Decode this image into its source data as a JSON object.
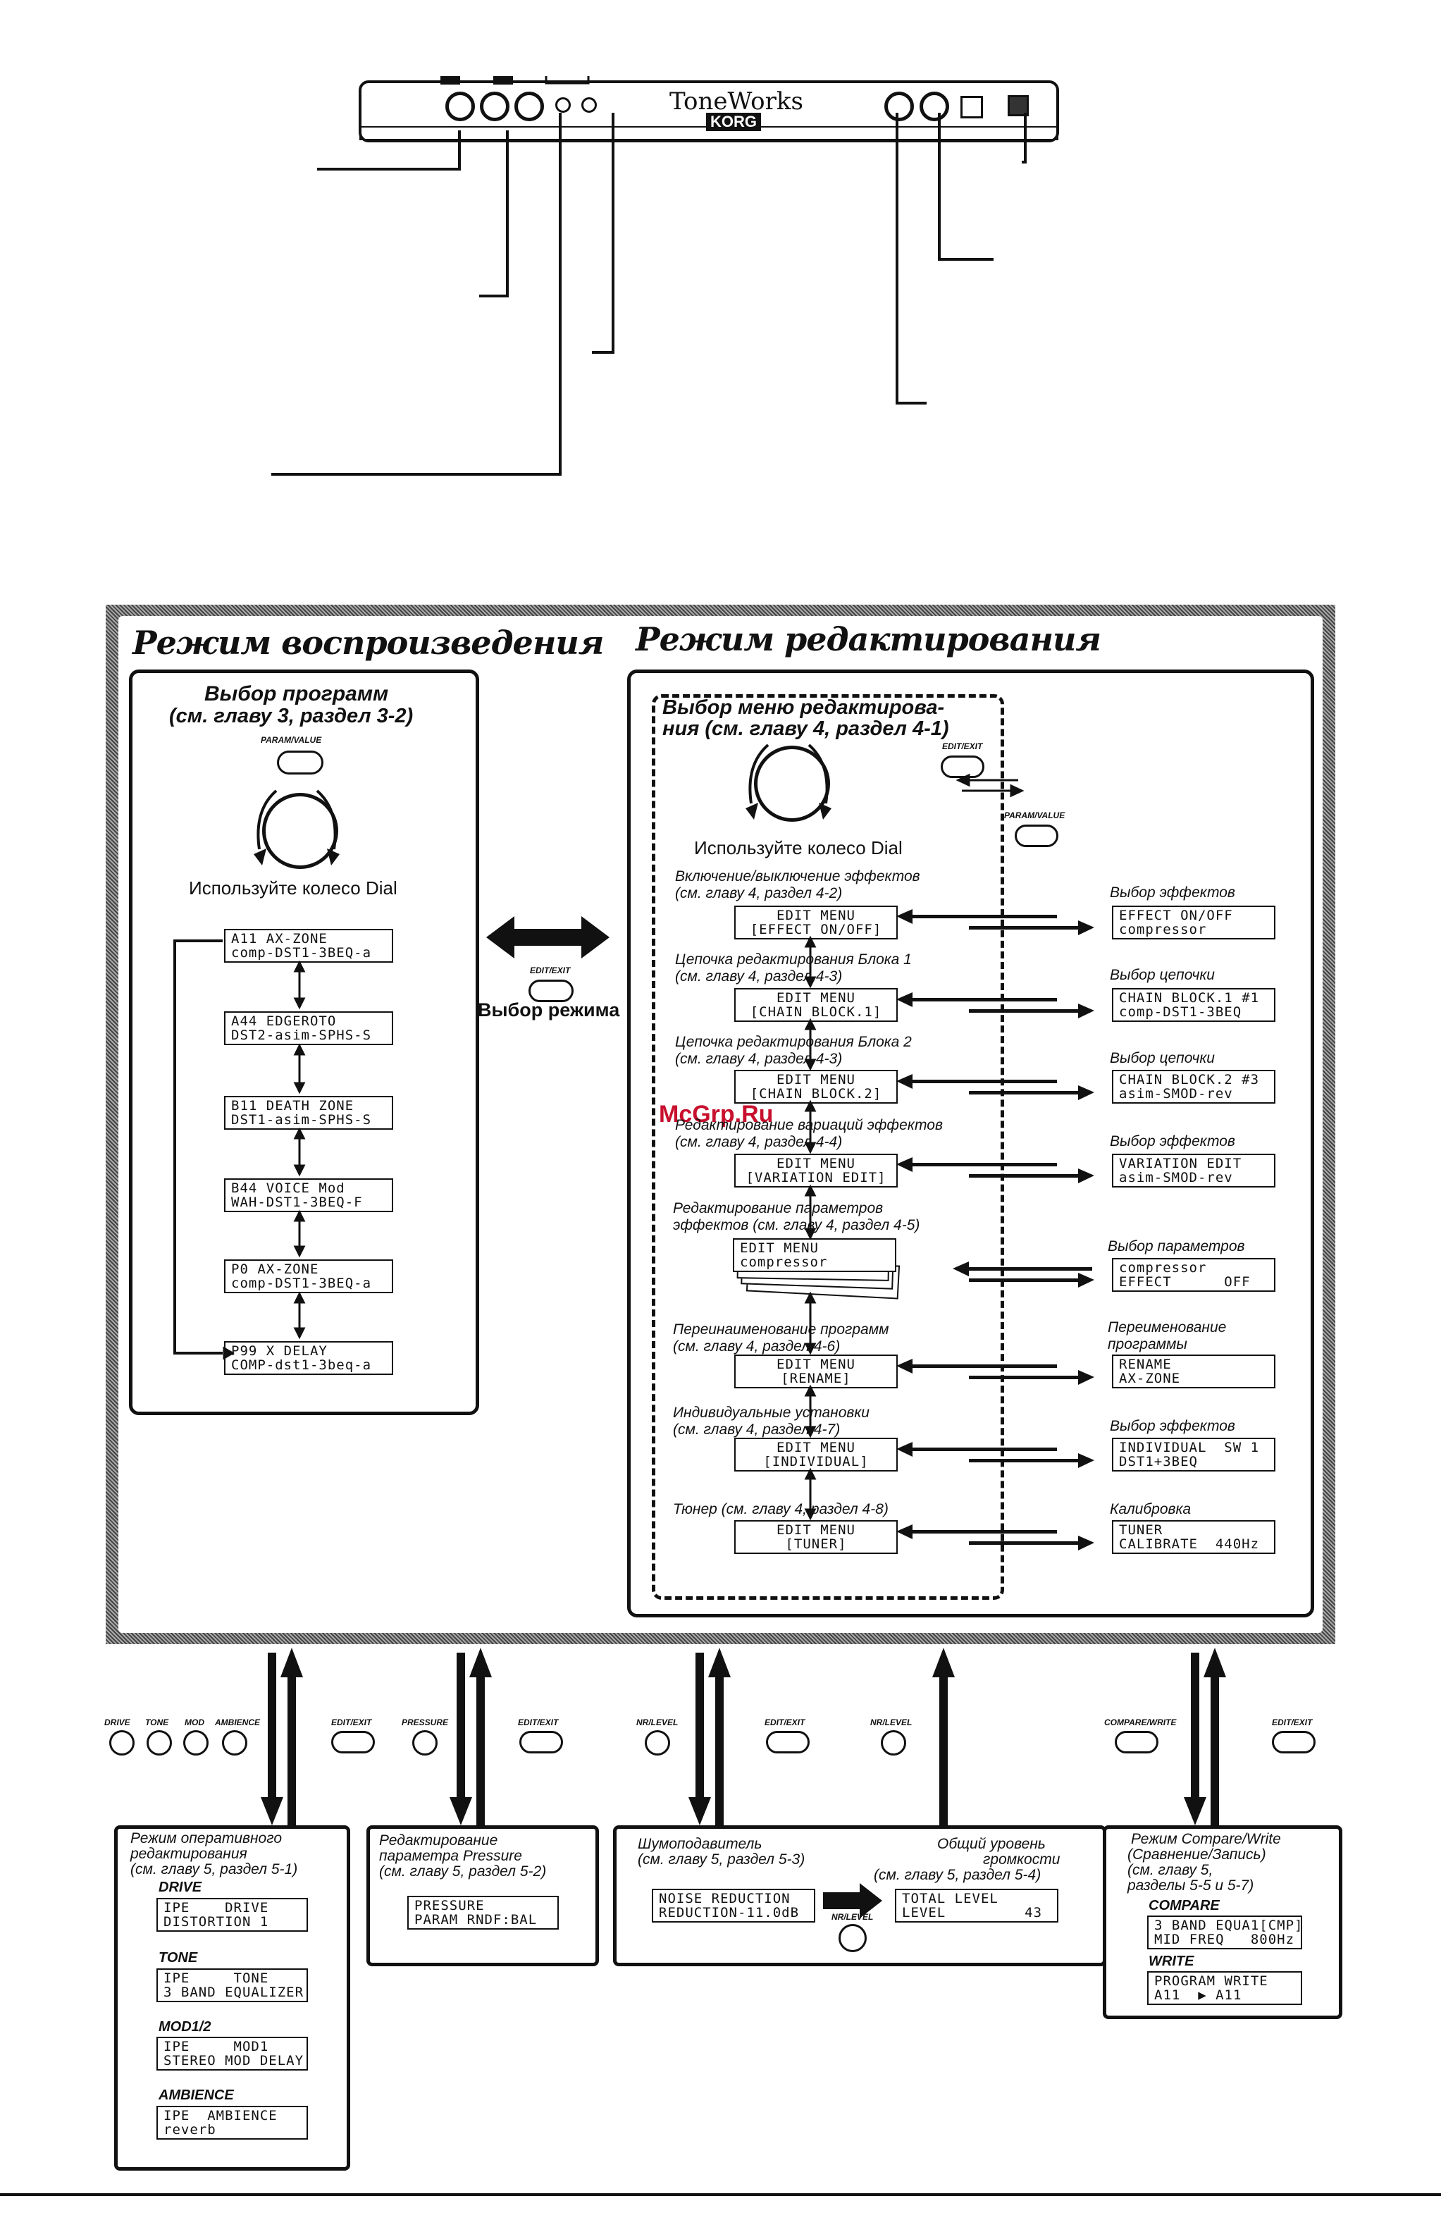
{
  "device": {
    "brand_top": "ToneWorks",
    "brand_bottom": "KORG"
  },
  "play_mode": {
    "title": "Режим воспроизведения",
    "program_select": "Выбор программ",
    "program_select_ref": "(см. главу 3, раздел 3-2)",
    "param_value_label": "PARAM/VALUE",
    "dial_hint": "Используйте колесо Dial",
    "programs": [
      {
        "line1": "A11 AX-ZONE",
        "line2": "comp-DST1-3BEQ-a"
      },
      {
        "line1": "A44 EDGEROTO",
        "line2": "DST2-asim-SPHS-S"
      },
      {
        "line1": "B11 DEATH ZONE",
        "line2": "DST1-asim-SPHS-S"
      },
      {
        "line1": "B44 VOICE Mod",
        "line2": "WAH-DST1-3BEQ-F"
      },
      {
        "line1": "P0 AX-ZONE",
        "line2": "comp-DST1-3BEQ-a"
      },
      {
        "line1": "P99 X DELAY",
        "line2": "COMP-dst1-3beq-a"
      }
    ]
  },
  "mode_switch": {
    "button_label": "EDIT/EXIT",
    "caption": "Выбор режима"
  },
  "edit_mode": {
    "title": "Режим редактирования",
    "menu_select_1": "Выбор меню редактирова-",
    "menu_select_2": "ния (см. главу 4, раздел 4-1)",
    "edit_exit_label": "EDIT/EXIT",
    "param_value_label": "PARAM/VALUE",
    "dial_hint": "Используйте колесо Dial",
    "watermark": "McGrp.Ru",
    "menus": [
      {
        "title": "Включение/выключение эффектов",
        "ref": "(см. главу 4, раздел 4-2)",
        "lcd1": "EDIT MENU",
        "lcd2": "[EFFECT ON/OFF]",
        "right_title": "Выбор эффектов",
        "right_lcd1": "EFFECT ON/OFF",
        "right_lcd2": "compressor"
      },
      {
        "title": "Цепочка редактирования Блока 1",
        "ref": "(см. главу 4, раздел 4-3)",
        "lcd1": "EDIT MENU",
        "lcd2": "[CHAIN BLOCK.1]",
        "right_title": "Выбор цепочки",
        "right_lcd1": "CHAIN BLOCK.1 #1",
        "right_lcd2": "comp-DST1-3BEQ"
      },
      {
        "title": "Цепочка редактирования Блока 2",
        "ref": "(см. главу 4, раздел 4-3)",
        "lcd1": "EDIT MENU",
        "lcd2": "[CHAIN BLOCK.2]",
        "right_title": "Выбор цепочки",
        "right_lcd1": "CHAIN BLOCK.2 #3",
        "right_lcd2": "asim-SMOD-rev"
      },
      {
        "title": "Редактирование вариаций эффектов",
        "ref": "(см. главу 4, раздел 4-4)",
        "lcd1": "EDIT MENU",
        "lcd2": "[VARIATION EDIT]",
        "right_title": "Выбор эффектов",
        "right_lcd1": "VARIATION EDIT",
        "right_lcd2": "asim-SMOD-rev"
      },
      {
        "title": "Редактирование параметров",
        "title2": "эффектов (см. главу 4, раздел 4-5)",
        "ref": "",
        "lcd1": "EDIT MENU",
        "lcd2": "compressor",
        "right_title": "Выбор параметров",
        "right_lcd1": "compressor",
        "right_lcd2": "EFFECT      OFF"
      },
      {
        "title": "Переинаименование программ",
        "ref": "(см. главу 4, раздел 4-6)",
        "lcd1": "EDIT MENU",
        "lcd2": "[RENAME]",
        "right_title": "Переименование",
        "right_title2": "программы",
        "right_lcd1": "RENAME",
        "right_lcd2": "AX-ZONE"
      },
      {
        "title": "Индивидуальные установки",
        "ref": "(см. главу 4, раздел 4-7)",
        "lcd1": "EDIT MENU",
        "lcd2": "[INDIVIDUAL]",
        "right_title": "Выбор эффектов",
        "right_lcd1": "INDIVIDUAL  SW 1",
        "right_lcd2": "DST1+3BEQ"
      },
      {
        "title": "Тюнер (см. главу 4, раздел 4-8)",
        "ref": "",
        "lcd1": "EDIT MENU",
        "lcd2": "[TUNER]",
        "right_title": "Калибровка",
        "right_lcd1": "TUNER",
        "right_lcd2": "CALIBRATE  440Hz"
      }
    ]
  },
  "bottom_buttons": {
    "drive": "DRIVE",
    "tone": "TONE",
    "mod": "MOD",
    "ambience": "AMBIENCE",
    "edit_exit": "EDIT/EXIT",
    "pressure": "PRESSURE",
    "nr_level": "NR/LEVEL",
    "compare_write": "COMPARE/WRITE"
  },
  "quick_edit": {
    "title1": "Режим оперативного",
    "title2": "редактирования",
    "ref": "(см. главу 5, раздел 5-1)",
    "items": [
      {
        "name": "DRIVE",
        "lcd1": "IPE    DRIVE",
        "lcd2": "DISTORTION 1"
      },
      {
        "name": "TONE",
        "lcd1": "IPE     TONE",
        "lcd2": "3 BAND EQUALIZER"
      },
      {
        "name": "MOD1/2",
        "lcd1": "IPE     MOD1",
        "lcd2": "STEREO MOD DELAY"
      },
      {
        "name": "AMBIENCE",
        "lcd1": "IPE  AMBIENCE",
        "lcd2": "reverb"
      }
    ]
  },
  "pressure_edit": {
    "title1": "Редактирование",
    "title2": "параметра Pressure",
    "ref": "(см. главу 5, раздел 5-2)",
    "lcd1": "PRESSURE",
    "lcd2": "PARAM RNDF:BAL"
  },
  "noise": {
    "title": "Шумоподавитель",
    "ref": "(см. главу 5, раздел 5-3)",
    "lcd1": "NOISE REDUCTION",
    "lcd2": "REDUCTION-11.0dB",
    "level_title1": "Общий уровень",
    "level_title2": "громкости",
    "level_ref": "(см. главу 5, раздел 5-4)",
    "level_lcd1": "TOTAL LEVEL",
    "level_lcd2": "LEVEL         43",
    "knob_label": "NR/LEVEL"
  },
  "compare_write": {
    "title1": "Режим Compare/Write",
    "title2": "(Сравнение/Запись)",
    "ref1": "(см. главу 5,",
    "ref2": "разделы 5-5 и 5-7)",
    "compare": "COMPARE",
    "compare_lcd1": "3 BAND EQUA1[CMP]",
    "compare_lcd2": "MID FREQ   800Hz",
    "write": "WRITE",
    "write_lcd1": "PROGRAM WRITE",
    "write_lcd2": "A11  ▶ A11"
  }
}
